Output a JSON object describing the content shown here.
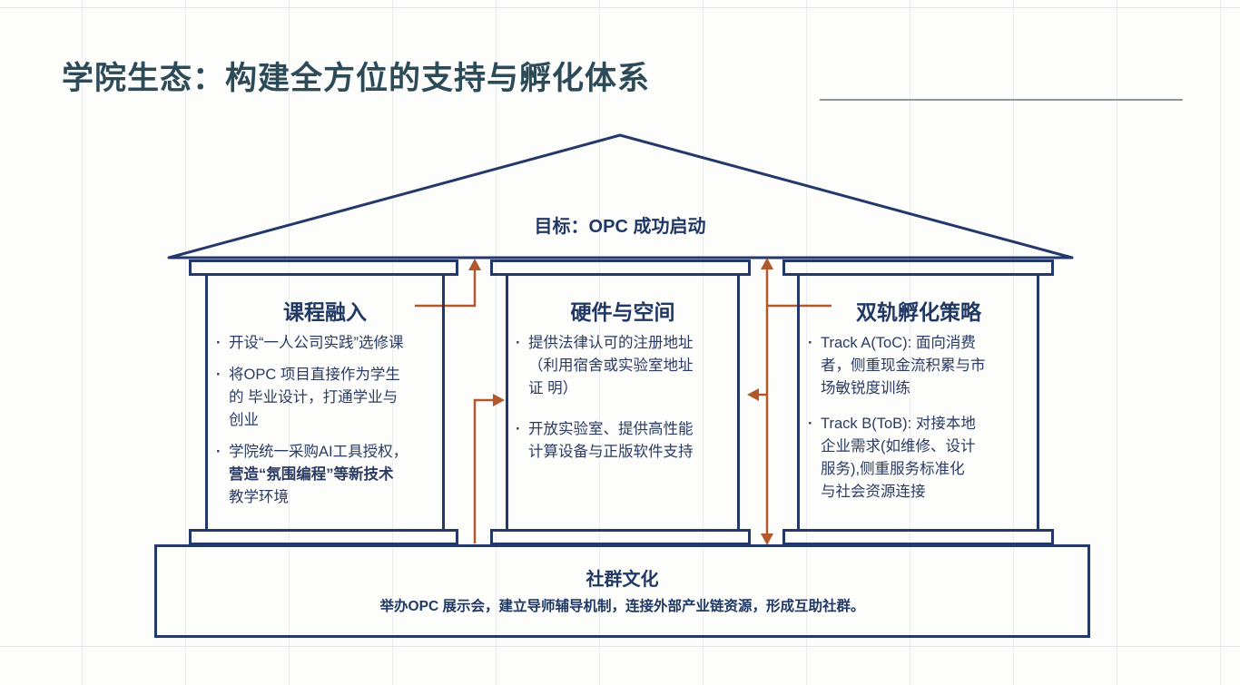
{
  "title": "学院生态：构建全方位的支持与孵化体系",
  "bullet_marker": "·",
  "roof": {
    "label": "目标：OPC 成功启动"
  },
  "pillars": [
    {
      "header": "课程融入",
      "bullets": [
        {
          "text": "开设“一人公司实践”选修课"
        },
        {
          "text": "将OPC 项目直接作为学生\n的 毕业设计，打通学业与\n创业"
        },
        {
          "text_before": "学院统一采购AI工具授权，\n",
          "text_bold": "营造“氛围编程”等新技术",
          "text_after": "\n教学环境"
        }
      ]
    },
    {
      "header": "硬件与空间",
      "bullets": [
        {
          "text": "提供法律认可的注册地址\n（利用宿舍或实验室地址\n证 明）"
        },
        {
          "text": "开放实验室、提供高性能\n计算设备与正版软件支持"
        }
      ]
    },
    {
      "header": "双轨孵化策略",
      "bullets": [
        {
          "text": "Track A(ToC): 面向消费\n者，侧重现金流积累与市\n场敏锐度训练"
        },
        {
          "text": "Track B(ToB): 对接本地\n企业需求(如维修、设计\n服务),侧重服务标准化\n与社会资源连接"
        }
      ]
    }
  ],
  "base": {
    "title": "社群文化",
    "subtitle": "举办OPC 展示会，建立导师辅导机制，连接外部产业链资源，形成互助社群。"
  },
  "colors": {
    "structure_navy": "#24386A",
    "arrow_orange": "#B2582B",
    "title_text": "#2C4A58",
    "body_text": "#2B3B63"
  }
}
